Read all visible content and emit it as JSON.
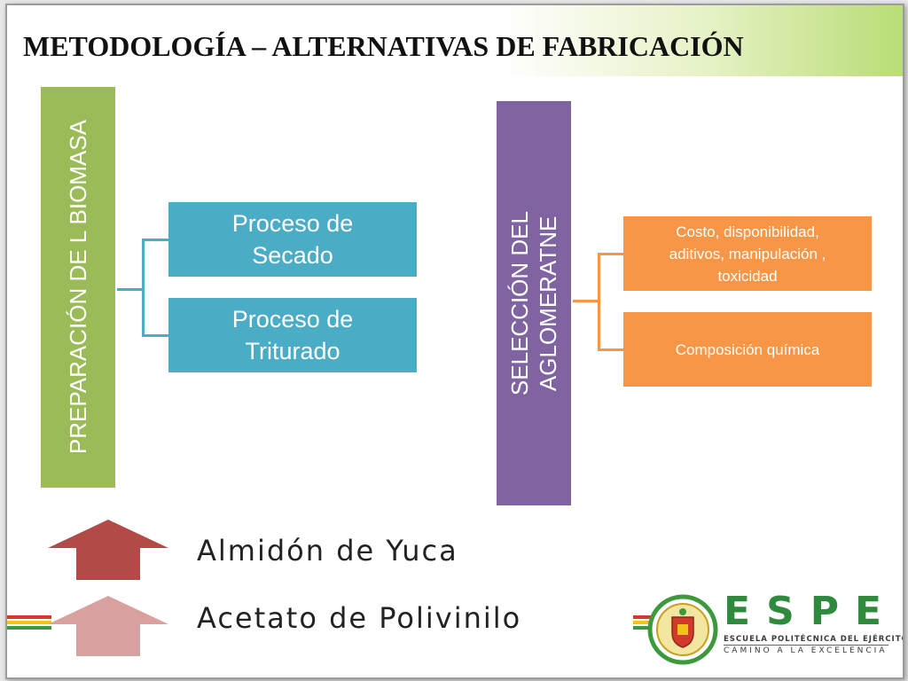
{
  "slide": {
    "title": "METODOLOGÍA – ALTERNATIVAS DE FABRICACIÓN"
  },
  "diagram": {
    "left_group": {
      "header": "PREPARACIÓN DE L BIOMASA",
      "color": "#9bbb59",
      "children": [
        {
          "line1": "Proceso de",
          "line2": "Secado"
        },
        {
          "line1": "Proceso de",
          "line2": "Triturado"
        }
      ],
      "child_color": "#4bacc6"
    },
    "right_group": {
      "header_line1": "SELECCIÓN DEL",
      "header_line2": "AGLOMERATNE",
      "color": "#8064a2",
      "children": [
        {
          "line1": "Costo, disponibilidad,",
          "line2": "aditivos, manipulación ,",
          "line3": "toxicidad"
        },
        {
          "line1": "Composición química"
        }
      ],
      "child_color": "#f79646"
    }
  },
  "legend": [
    {
      "label": "Almidón de Yuca",
      "color": "#b24a47"
    },
    {
      "label": "Acetato de Polivinilo",
      "color": "#d9a0a0"
    }
  ],
  "footer": {
    "logo_letters": [
      "E",
      "S",
      "P",
      "E"
    ],
    "logo_line1": "ESCUELA POLITÉCNICA DEL EJÉRCITO",
    "logo_line2": "CAMINO A LA EXCELENCIA",
    "logo_color": "#2f8a3e"
  }
}
